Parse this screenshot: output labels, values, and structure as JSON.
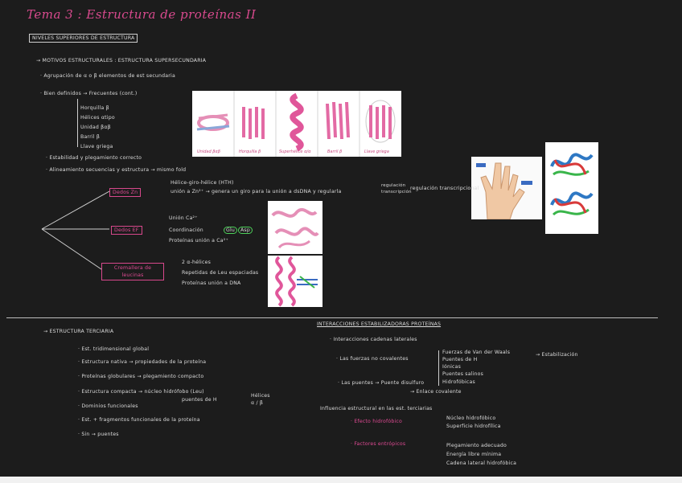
{
  "title": "Tema 3 : Estructura de proteínas II",
  "top": {
    "section_box": "NIVELES SUPERIORES DE ESTRUCTURA",
    "heading": "→ MOTIVOS ESTRUCTURALES : ESTRUCTURA SUPERSECUNDARIA",
    "bullets": [
      "· Agrupación de α o β elementos de est secundaria",
      "· Bien definidos → Frecuentes (cont.)",
      "· Estabilidad y plegamiento correcto",
      "· Alineamiento secuencias y estructura → mismo fold"
    ],
    "motif_list": [
      "Horquilla β",
      "Hélices αtipo",
      "Unidad βαβ",
      "Barril β",
      "Llave griega"
    ],
    "strip_labels": [
      "Unidad βαβ",
      "Horquilla β",
      "Superhélice α/α",
      "Barril β",
      "Llave griega"
    ],
    "central_nodes": [
      "Dedos Zn",
      "Dedos EF",
      "Cremallera de leucinas"
    ],
    "dedos_zn_items": [
      "Hélice-giro-hélice (HTH)",
      "unión a Zn²⁺ → genera un giro para la unión a dsDNA y regularla",
      "regulación",
      "transcripción"
    ],
    "dedos_zn_end": "regulación transcripcional",
    "dedos_ef_items": [
      "Unión Ca²⁺",
      "Coordinación",
      "Proteínas unión a Ca²⁺"
    ],
    "dedos_ef_circles": [
      "Glu",
      "Asp"
    ],
    "cremallera_items": [
      "2 α-hélices",
      "Repetidas de Leu espaciadas",
      "Proteínas unión a DNA"
    ]
  },
  "bottom_left": {
    "heading": "→ ESTRUCTURA TERCIARIA",
    "bullets": [
      "· Est. tridimensional global",
      "· Estructura nativa → propiedades de la proteína",
      "· Proteínas globulares → plegamiento compacto",
      "· Estructura compacta → núcleo hidrófobo (Leu)",
      "· Dominios funcionales",
      "· Est. + fragmentos funcionales de la proteína",
      "· Sin → puentes"
    ],
    "sub_item": "puentes de H",
    "brace_items": [
      "Hélices",
      "α / β"
    ]
  },
  "bottom_right": {
    "heading": "INTERACCIONES ESTABILIZADORAS PROTEÍNAS",
    "items": [
      "· Interacciones cadenas laterales",
      "· Las fuerzas no covalentes",
      "· Las puentes → Puente disulfuro",
      "Influencia estructural en las est. terciarias"
    ],
    "list_a": [
      "Fuerzas de Van der Waals",
      "Puentes de H",
      "Iónicas",
      "Puentes salinos",
      "Hidrofóbicas"
    ],
    "list_a_result": "→ Estabilización",
    "bridge_sub": "→ Enlace covalente",
    "pink_items": [
      "· Efecto hidrofóbico",
      "· Factores entrópicos"
    ],
    "pink_sub_a": [
      "Núcleo hidrofóbico",
      "Superficie hidrofílica"
    ],
    "pink_sub_b": [
      "Plegamiento adecuado",
      "Energía libre mínima",
      "Cadena lateral hidrofóbica"
    ]
  }
}
